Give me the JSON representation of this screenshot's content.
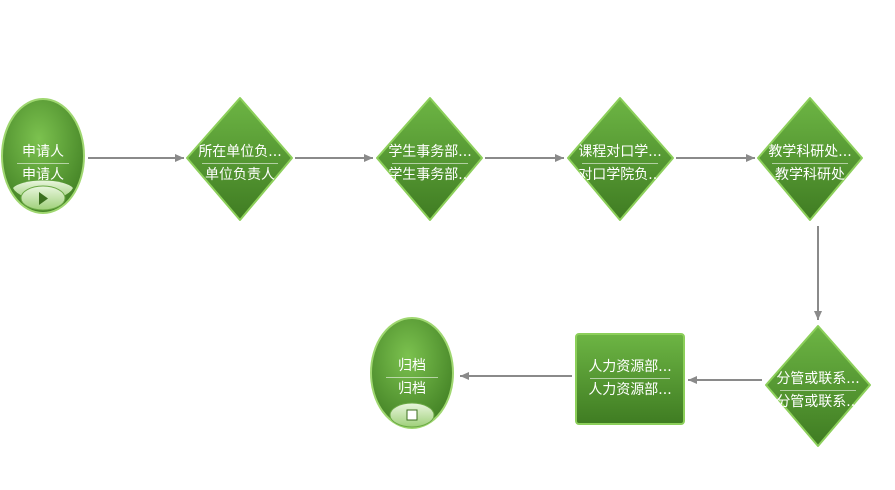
{
  "colors": {
    "node_fill": "#5a9e35",
    "node_fill_dark": "#3f7c22",
    "node_border": "#8ccf5a",
    "connector": "#8a8a8a"
  },
  "flow": {
    "start": {
      "line1": "申请人",
      "line2": "申请人",
      "icon": "play-icon"
    },
    "steps": [
      {
        "line1": "所在单位负...",
        "line2": "单位负责人"
      },
      {
        "line1": "学生事务部...",
        "line2": "学生事务部..."
      },
      {
        "line1": "课程对口学...",
        "line2": "对口学院负..."
      },
      {
        "line1": "教学科研处...",
        "line2": "教学科研处"
      },
      {
        "line1": "分管或联系...",
        "line2": "分管或联系..."
      },
      {
        "line1": "人力资源部...",
        "line2": "人力资源部..."
      }
    ],
    "end": {
      "line1": "归档",
      "line2": "归档",
      "icon": "stop-icon"
    }
  }
}
